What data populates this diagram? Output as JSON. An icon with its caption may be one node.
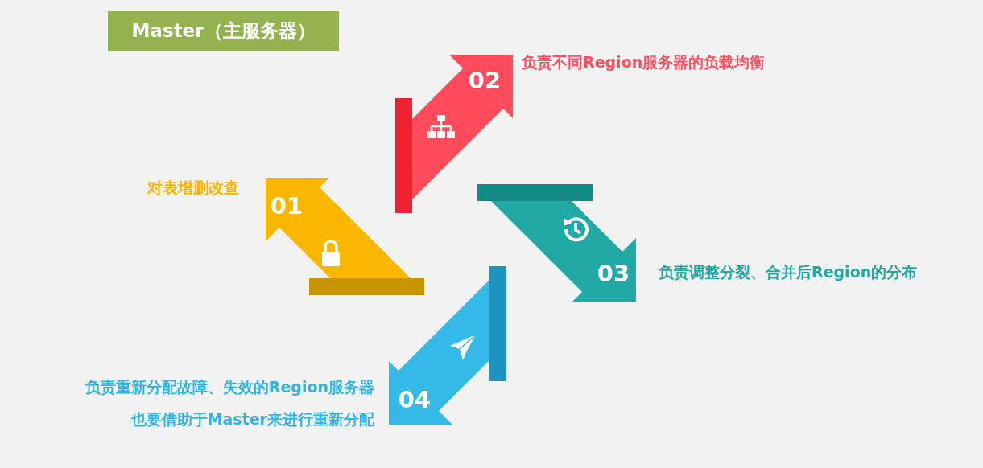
{
  "diagram": {
    "title": "Master（主服务器）",
    "nodes": [
      {
        "text": [
          "01"
        ],
        "beside": [
          "对表增删改查"
        ]
      },
      {
        "text": [
          "02"
        ],
        "beside": [
          "负责不同Region服务器的负载均衡"
        ]
      },
      {
        "text": [
          "03"
        ],
        "beside": [
          "负责调整分裂、合并后Region的分布"
        ]
      },
      {
        "text": [
          "04"
        ],
        "beside": [
          "负责重新分配故障、失效的Region服务器",
          "也要借助于Master来进行重新分配"
        ]
      }
    ]
  }
}
